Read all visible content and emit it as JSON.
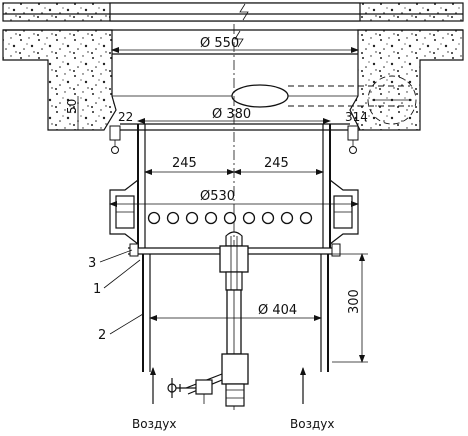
{
  "dimensions": {
    "d550": "Ø 550",
    "d380": "Ø 380",
    "d530": "Ø530",
    "d404": "Ø 404",
    "w245_left": "245",
    "w245_right": "245",
    "h300": "300",
    "small_50": "50",
    "small_22": "22",
    "small_314": "314"
  },
  "callouts": {
    "c1": "1",
    "c2": "2",
    "c3": "3"
  },
  "air": {
    "left": "Воздух",
    "right": "Воздух"
  }
}
